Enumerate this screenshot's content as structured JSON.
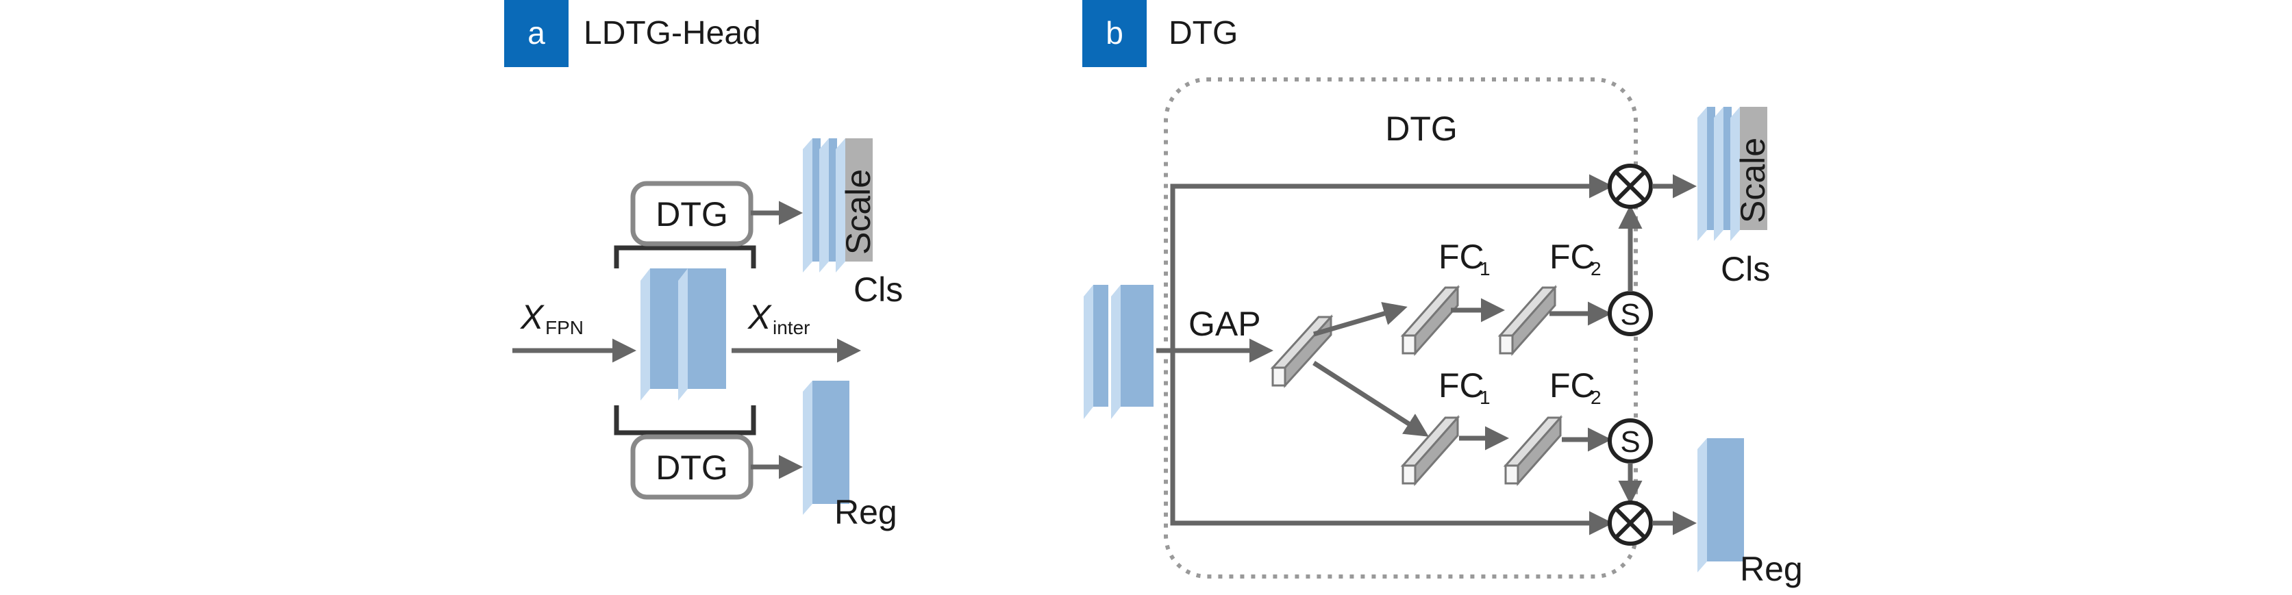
{
  "colors": {
    "badge": "#0a6ab8",
    "arrow": "#666666",
    "feature_front": "#8fb4d9",
    "feature_side": "#c3daf0",
    "scale_gray": "#b0b0b0",
    "fc_bar": "#bcbcbc",
    "dashed_border": "#999999"
  },
  "panel_a": {
    "badge": "a",
    "title": "LDTG-Head",
    "dtg_top": "DTG",
    "dtg_bottom": "DTG",
    "x_fpn_main": "X",
    "x_fpn_sub": "FPN",
    "x_inter_main": "X",
    "x_inter_sub": "inter",
    "scale": "Scale",
    "cls": "Cls",
    "reg": "Reg"
  },
  "panel_b": {
    "badge": "b",
    "title": "DTG",
    "inner_title": "DTG",
    "gap": "GAP",
    "fc1_top_main": "FC",
    "fc1_top_sub": "1",
    "fc2_top_main": "FC",
    "fc2_top_sub": "2",
    "fc1_bottom_main": "FC",
    "fc1_bottom_sub": "1",
    "fc2_bottom_main": "FC",
    "fc2_bottom_sub": "2",
    "sigmoid": "S",
    "scale": "Scale",
    "cls": "Cls",
    "reg": "Reg"
  }
}
